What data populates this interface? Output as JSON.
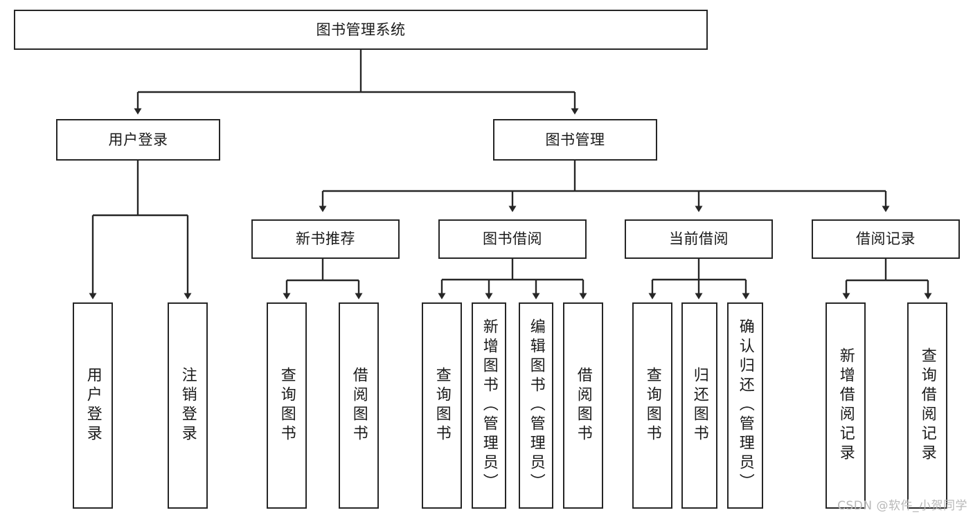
{
  "diagram": {
    "title": "图书管理系统",
    "type": "tree-diagram",
    "root": {
      "label": "图书管理系统"
    },
    "level2": [
      {
        "id": "user-login",
        "label": "用户登录"
      },
      {
        "id": "book-management",
        "label": "图书管理"
      }
    ],
    "level3": [
      {
        "id": "new-book-recommend",
        "label": "新书推荐"
      },
      {
        "id": "book-borrow",
        "label": "图书借阅"
      },
      {
        "id": "current-borrow",
        "label": "当前借阅"
      },
      {
        "id": "borrow-record",
        "label": "借阅记录"
      }
    ],
    "leaves": {
      "user_login": [
        {
          "id": "leaf-user-login",
          "label": "用户登录"
        },
        {
          "id": "leaf-logout-login",
          "label": "注销登录"
        }
      ],
      "new_book_recommend": [
        {
          "id": "leaf-query-book-1",
          "label": "查询图书"
        },
        {
          "id": "leaf-borrow-book-1",
          "label": "借阅图书"
        }
      ],
      "book_borrow": [
        {
          "id": "leaf-query-book-2",
          "label": "查询图书"
        },
        {
          "id": "leaf-add-book",
          "label": "新增图书（管理员）"
        },
        {
          "id": "leaf-edit-book",
          "label": "编辑图书（管理员）"
        },
        {
          "id": "leaf-borrow-book-2",
          "label": "借阅图书"
        }
      ],
      "current_borrow": [
        {
          "id": "leaf-query-book-3",
          "label": "查询图书"
        },
        {
          "id": "leaf-return-book",
          "label": "归还图书"
        },
        {
          "id": "leaf-confirm-return",
          "label": "确认归还（管理员）"
        }
      ],
      "borrow_record": [
        {
          "id": "leaf-add-record",
          "label": "新增借阅记录"
        },
        {
          "id": "leaf-query-record",
          "label": "查询借阅记录"
        }
      ]
    }
  },
  "watermark": {
    "text": "CSDN @软件_小贺同学"
  },
  "colors": {
    "stroke": "#262626",
    "background": "#ffffff",
    "text": "#1a1a1a",
    "watermark": "#b8b8b8"
  }
}
